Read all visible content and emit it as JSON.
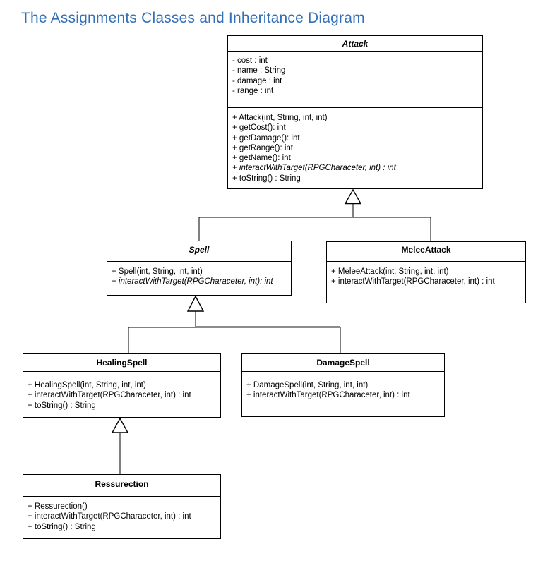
{
  "page": {
    "title": "The Assignments Classes and Inheritance Diagram"
  },
  "colors": {
    "title_text": "#3470B9",
    "box_border": "#000000",
    "connector_black": "#000000",
    "connector_gray": "#8C8C8C",
    "box_fill": "#FFFFFF"
  },
  "classes": [
    {
      "name": "Attack",
      "abstract": true,
      "attributes": [
        "- cost : int",
        "- name : String",
        "- damage : int",
        "- range : int"
      ],
      "methods": [
        "+ Attack(int, String, int, int)",
        "+ getCost(): int",
        "+ getDamage(): int",
        "+ getRange(): int",
        "+ getName(): int",
        "+ interactWithTarget(RPGCharaceter, int) : int",
        "+ toString() : String"
      ]
    },
    {
      "name": "Spell",
      "abstract": true,
      "attributes": [],
      "methods": [
        "+ Spell(int, String, int, int)",
        "+ interactWithTarget(RPGCharaceter, int): int"
      ]
    },
    {
      "name": "MeleeAttack",
      "abstract": false,
      "attributes": [],
      "methods": [
        "+ MeleeAttack(int, String, int, int)",
        "+ interactWithTarget(RPGCharaceter, int) : int"
      ]
    },
    {
      "name": "HealingSpell",
      "abstract": false,
      "attributes": [],
      "methods": [
        "+ HealingSpell(int, String, int, int)",
        "+ interactWithTarget(RPGCharaceter, int) : int",
        "+ toString() : String"
      ]
    },
    {
      "name": "DamageSpell",
      "abstract": false,
      "attributes": [],
      "methods": [
        "+ DamageSpell(int, String, int, int)",
        "+ interactWithTarget(RPGCharaceter, int) : int"
      ]
    },
    {
      "name": "Ressurection",
      "abstract": false,
      "attributes": [],
      "methods": [
        "+ Ressurection()",
        "+ interactWithTarget(RPGCharaceter, int) : int",
        "+ toString() : String"
      ]
    }
  ],
  "relationships": [
    {
      "type": "inheritance",
      "child": "Spell",
      "parent": "Attack"
    },
    {
      "type": "inheritance",
      "child": "MeleeAttack",
      "parent": "Attack"
    },
    {
      "type": "inheritance",
      "child": "HealingSpell",
      "parent": "Spell"
    },
    {
      "type": "inheritance",
      "child": "DamageSpell",
      "parent": "Spell"
    },
    {
      "type": "inheritance",
      "child": "Ressurection",
      "parent": "HealingSpell"
    }
  ]
}
